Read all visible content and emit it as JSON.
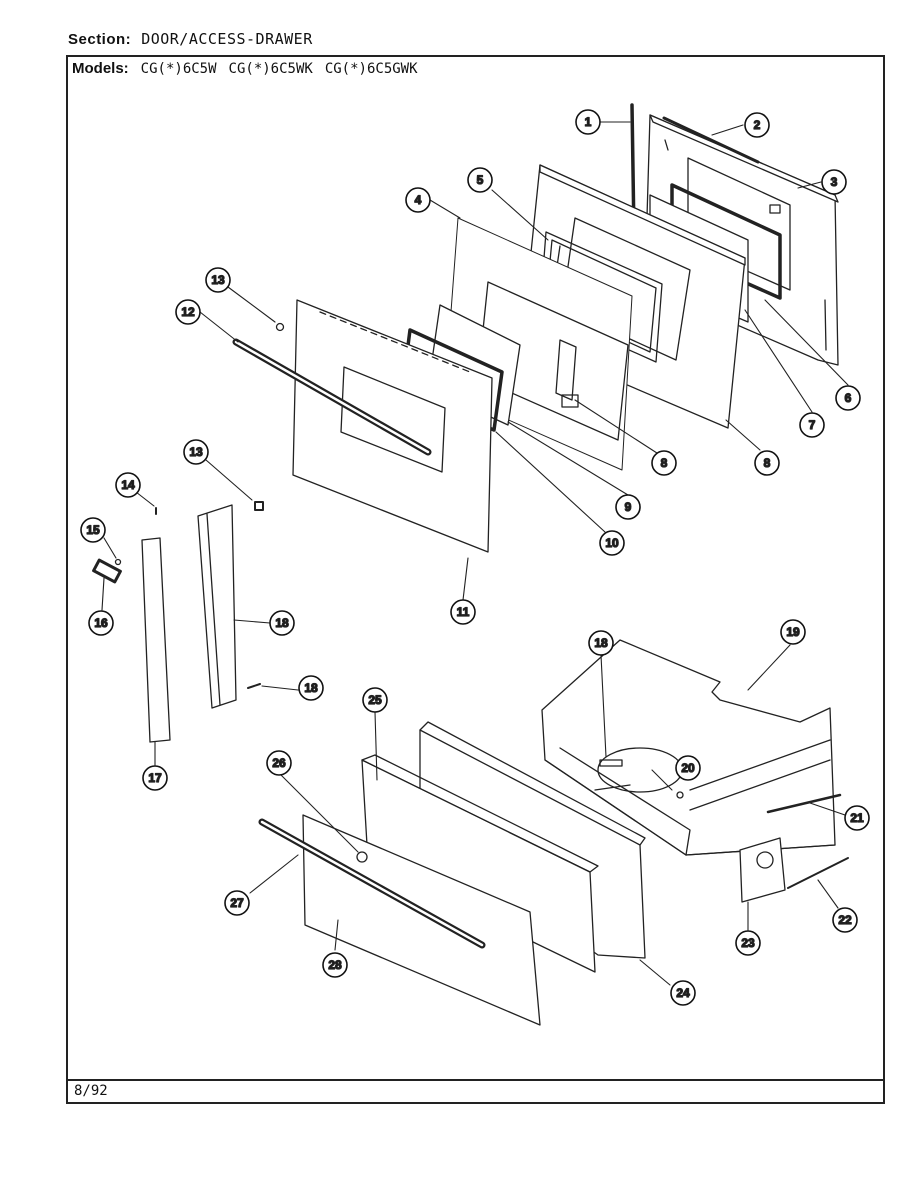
{
  "header": {
    "section_label": "Section:",
    "section_value": "DOOR/ACCESS-DRAWER",
    "models_label": "Models:",
    "models": [
      "CG(*)6C5W",
      "CG(*)6C5WK",
      "CG(*)6C5GWK"
    ]
  },
  "footer": {
    "date": "8/92"
  },
  "callouts": [
    "1",
    "2",
    "3",
    "4",
    "5",
    "6",
    "7",
    "8",
    "8",
    "9",
    "10",
    "11",
    "12",
    "13",
    "13",
    "14",
    "15",
    "16",
    "17",
    "18",
    "18",
    "18",
    "19",
    "20",
    "21",
    "22",
    "23",
    "24",
    "25",
    "26",
    "27",
    "28"
  ]
}
